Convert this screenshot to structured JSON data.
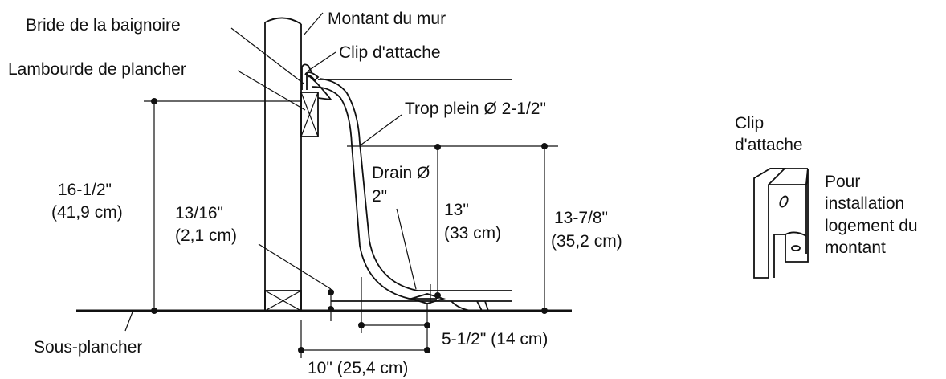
{
  "labels": {
    "bride": "Bride de la baignoire",
    "montant": "Montant du mur",
    "clip_top": "Clip d'attache",
    "lambourde": "Lambourde de plancher",
    "trop_plein": "Trop plein Ø 2-1/2\"",
    "drain_1": "Drain Ø",
    "drain_2": "2\"",
    "sous_plancher": "Sous-plancher",
    "clip_detail_1": "Clip",
    "clip_detail_2": "d'attache",
    "pour_1": "Pour",
    "pour_2": "installation",
    "pour_3": "logement du",
    "pour_4": "montant"
  },
  "dimensions": {
    "d1_in": "16-1/2\"",
    "d1_cm": "(41,9 cm)",
    "d2_in": "13/16\"",
    "d2_cm": "(2,1 cm)",
    "d3_in": "13\"",
    "d3_cm": "(33 cm)",
    "d4_in": "13-7/8\"",
    "d4_cm": "(35,2 cm)",
    "d5": "5-1/2\" (14 cm)",
    "d6": "10\" (25,4 cm)"
  }
}
